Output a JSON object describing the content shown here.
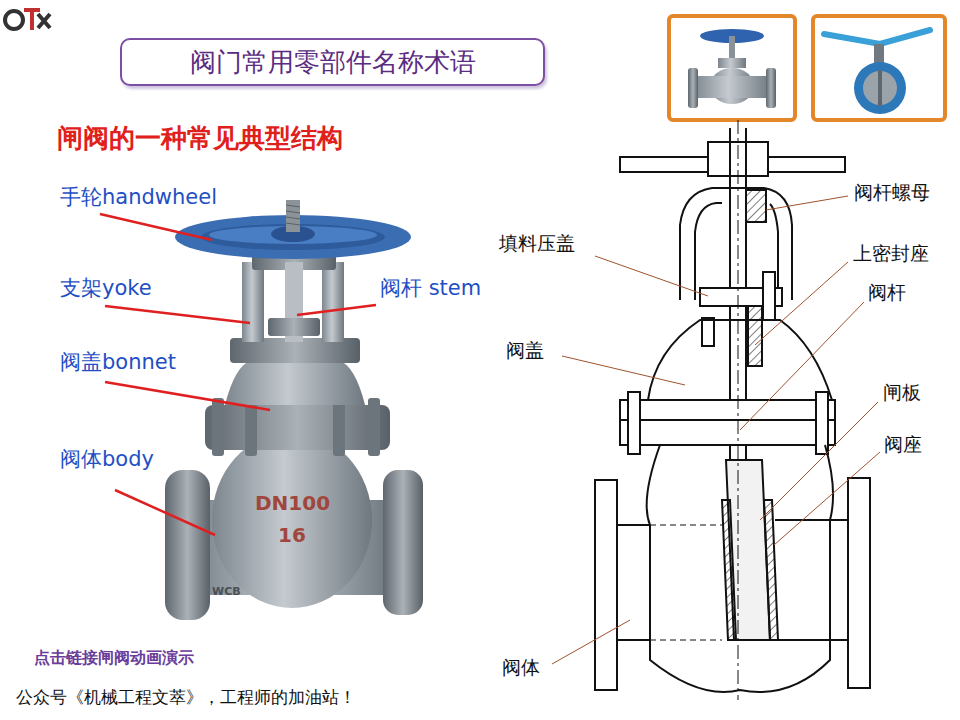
{
  "diagram": {
    "title": "阀门常用零部件名称术语",
    "labels": [
      "闸阀的一种常见典型结构",
      "阀杆螺母",
      "手轮handwheel",
      "填料压盖",
      "上密封座",
      "支架yoke",
      "阀杆 stem",
      "阀杆",
      "阀盖bonnet",
      "阀盖",
      "闸板",
      "阀座",
      "阀体body",
      "DN100",
      "16",
      "WCB",
      "点击链接闸阀动画演示",
      "阀体",
      "公众号《机械工程文萃》，工程师的加油站！"
    ]
  }
}
